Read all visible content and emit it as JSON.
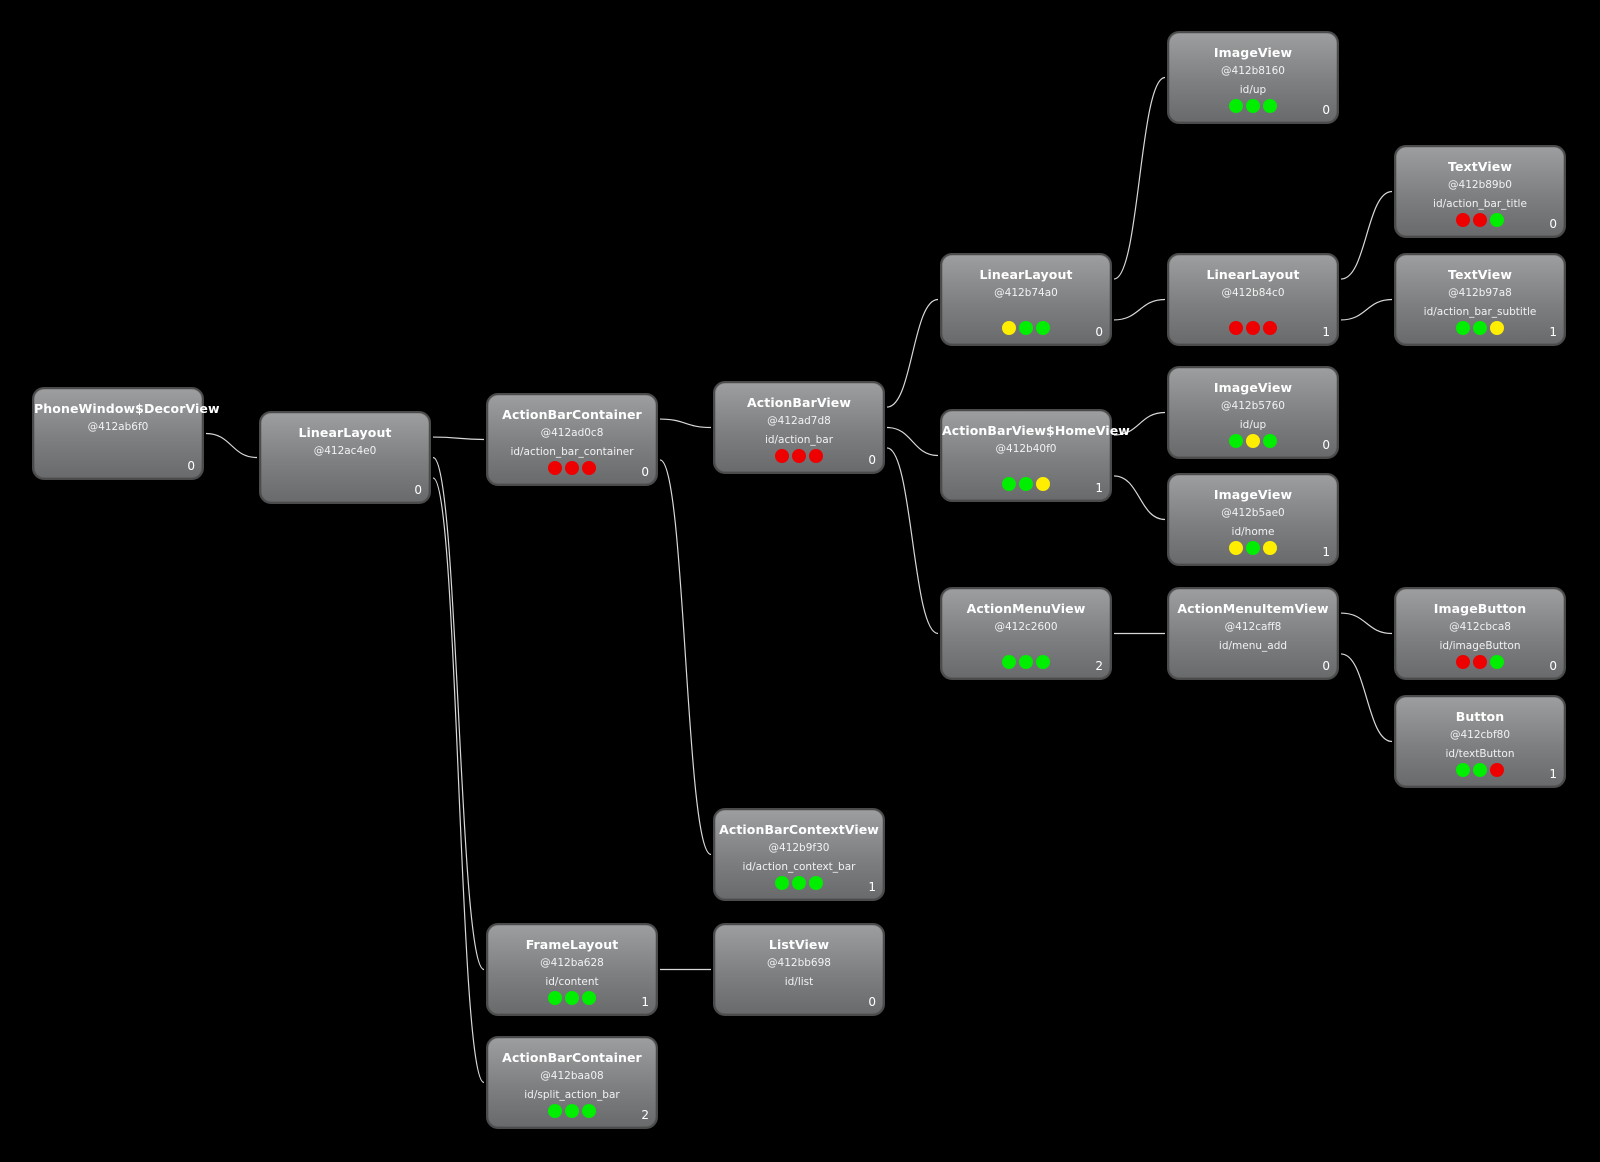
{
  "colors": {
    "green": "#00ee00",
    "yellow": "#ffee00",
    "red": "#ee0000"
  },
  "nodes": [
    {
      "key": "n0",
      "cls": "PhoneWindow$DecorView",
      "hash": "@412ab6f0",
      "vid": "",
      "index": "0",
      "dots": []
    },
    {
      "key": "n1",
      "cls": "LinearLayout",
      "hash": "@412ac4e0",
      "vid": "",
      "index": "0",
      "dots": []
    },
    {
      "key": "n2",
      "cls": "ActionBarContainer",
      "hash": "@412ad0c8",
      "vid": "id/action_bar_container",
      "index": "0",
      "dots": [
        "red",
        "red",
        "red"
      ]
    },
    {
      "key": "n3",
      "cls": "FrameLayout",
      "hash": "@412ba628",
      "vid": "id/content",
      "index": "1",
      "dots": [
        "green",
        "green",
        "green"
      ]
    },
    {
      "key": "n4",
      "cls": "ActionBarContainer",
      "hash": "@412baa08",
      "vid": "id/split_action_bar",
      "index": "2",
      "dots": [
        "green",
        "green",
        "green"
      ]
    },
    {
      "key": "n5",
      "cls": "ActionBarView",
      "hash": "@412ad7d8",
      "vid": "id/action_bar",
      "index": "0",
      "dots": [
        "red",
        "red",
        "red"
      ]
    },
    {
      "key": "n6",
      "cls": "ActionBarContextView",
      "hash": "@412b9f30",
      "vid": "id/action_context_bar",
      "index": "1",
      "dots": [
        "green",
        "green",
        "green"
      ]
    },
    {
      "key": "n7",
      "cls": "ListView",
      "hash": "@412bb698",
      "vid": "id/list",
      "index": "0",
      "dots": []
    },
    {
      "key": "n8",
      "cls": "LinearLayout",
      "hash": "@412b74a0",
      "vid": "",
      "index": "0",
      "dots": [
        "yellow",
        "green",
        "green"
      ]
    },
    {
      "key": "n9",
      "cls": "ActionBarView$HomeView",
      "hash": "@412b40f0",
      "vid": "",
      "index": "1",
      "dots": [
        "green",
        "green",
        "yellow"
      ]
    },
    {
      "key": "n10",
      "cls": "ActionMenuView",
      "hash": "@412c2600",
      "vid": "",
      "index": "2",
      "dots": [
        "green",
        "green",
        "green"
      ]
    },
    {
      "key": "n11",
      "cls": "ImageView",
      "hash": "@412b8160",
      "vid": "id/up",
      "index": "0",
      "dots": [
        "green",
        "green",
        "green"
      ]
    },
    {
      "key": "n12",
      "cls": "LinearLayout",
      "hash": "@412b84c0",
      "vid": "",
      "index": "1",
      "dots": [
        "red",
        "red",
        "red"
      ]
    },
    {
      "key": "n13",
      "cls": "ImageView",
      "hash": "@412b5760",
      "vid": "id/up",
      "index": "0",
      "dots": [
        "green",
        "yellow",
        "green"
      ]
    },
    {
      "key": "n14",
      "cls": "ImageView",
      "hash": "@412b5ae0",
      "vid": "id/home",
      "index": "1",
      "dots": [
        "yellow",
        "green",
        "yellow"
      ]
    },
    {
      "key": "n15",
      "cls": "ActionMenuItemView",
      "hash": "@412caff8",
      "vid": "id/menu_add",
      "index": "0",
      "dots": []
    },
    {
      "key": "n16",
      "cls": "TextView",
      "hash": "@412b89b0",
      "vid": "id/action_bar_title",
      "index": "0",
      "dots": [
        "red",
        "red",
        "green"
      ]
    },
    {
      "key": "n17",
      "cls": "TextView",
      "hash": "@412b97a8",
      "vid": "id/action_bar_subtitle",
      "index": "1",
      "dots": [
        "green",
        "green",
        "yellow"
      ]
    },
    {
      "key": "n18",
      "cls": "ImageButton",
      "hash": "@412cbca8",
      "vid": "id/imageButton",
      "index": "0",
      "dots": [
        "red",
        "red",
        "green"
      ]
    },
    {
      "key": "n19",
      "cls": "Button",
      "hash": "@412cbf80",
      "vid": "id/textButton",
      "index": "1",
      "dots": [
        "green",
        "green",
        "red"
      ]
    }
  ],
  "edges": [
    [
      "n0",
      "n1"
    ],
    [
      "n1",
      "n2"
    ],
    [
      "n1",
      "n3"
    ],
    [
      "n1",
      "n4"
    ],
    [
      "n2",
      "n5"
    ],
    [
      "n2",
      "n6"
    ],
    [
      "n3",
      "n7"
    ],
    [
      "n5",
      "n8"
    ],
    [
      "n5",
      "n9"
    ],
    [
      "n5",
      "n10"
    ],
    [
      "n8",
      "n11"
    ],
    [
      "n8",
      "n12"
    ],
    [
      "n9",
      "n13"
    ],
    [
      "n9",
      "n14"
    ],
    [
      "n10",
      "n15"
    ],
    [
      "n12",
      "n16"
    ],
    [
      "n12",
      "n17"
    ],
    [
      "n15",
      "n18"
    ],
    [
      "n15",
      "n19"
    ]
  ]
}
